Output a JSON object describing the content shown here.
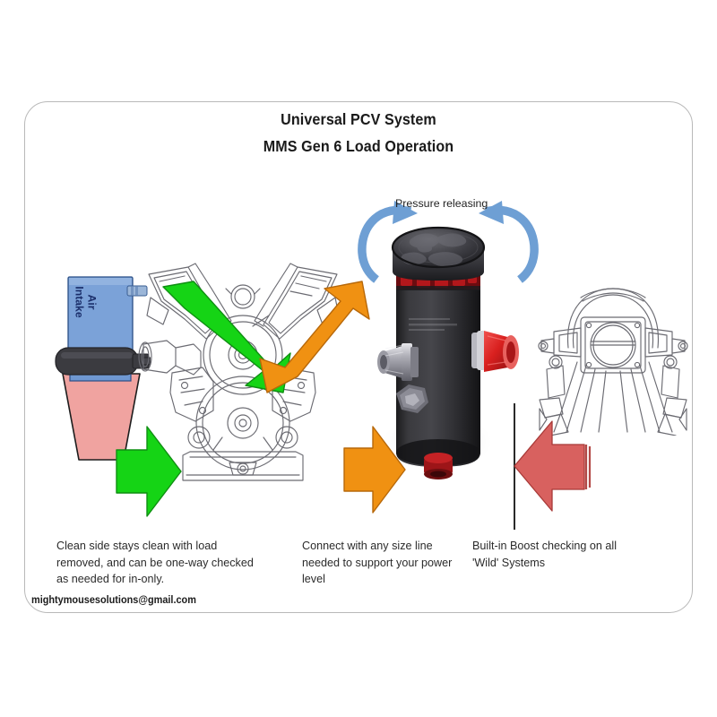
{
  "frame": {
    "border_color": "#b9b9b9",
    "background": "#ffffff"
  },
  "header": {
    "title_line_1": "Universal PCV System",
    "title_line_2": "MMS Gen 6  Load Operation"
  },
  "diagram": {
    "pressure_label": "Pressure releasing",
    "air_intake_label": "Air\nIntake"
  },
  "captions": {
    "left": "Clean side stays clean with load removed, and can be one-way checked as needed for in-only.",
    "middle": "Connect with any size line needed to support your power level",
    "right": "Built-in Boost checking on all 'Wild' Systems"
  },
  "contact": {
    "email": "mightymousesolutions@gmail.com"
  },
  "colors": {
    "green_arrow": "#15d415",
    "orange_arrow": "#f09112",
    "red_arrow": "#d8615f",
    "blue_arrow": "#6e9fd4",
    "intake_box": "#7ba2d8",
    "cone": "#f0a3a0",
    "canister_body": "#2e2e2e",
    "vent_red": "#8e1014",
    "fitting_red": "#e0282c",
    "line_art": "#6b6b72",
    "divider": "#2a2a2a",
    "title": "#1a1a1a",
    "caption": "#2b2b2b",
    "air_intake_text": "#1b2f6b"
  }
}
